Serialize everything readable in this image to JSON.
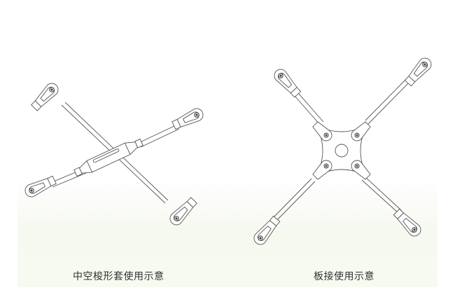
{
  "figures": [
    {
      "id": "left",
      "caption": "中空梭形套使用示意",
      "description": "Two crossed tie rods with a hollow spindle sleeve joining one rod at the middle"
    },
    {
      "id": "right",
      "caption": "板接使用示意",
      "description": "Four tie rods joined at a central X-shaped connecting plate"
    }
  ],
  "colors": {
    "line": "#555555",
    "caption_text": "#333333",
    "panel_tint": "#f7faf1"
  }
}
